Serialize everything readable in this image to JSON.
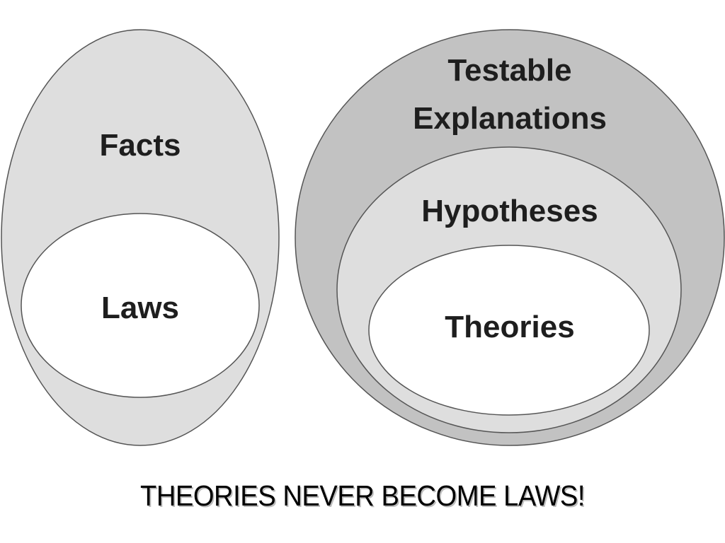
{
  "left_diagram": {
    "outer_label": "Facts",
    "inner_label": "Laws"
  },
  "right_diagram": {
    "outer_label_line1": "Testable",
    "outer_label_line2": "Explanations",
    "middle_label": "Hypotheses",
    "inner_label": "Theories"
  },
  "caption": "THEORIES NEVER BECOME LAWS!",
  "colors": {
    "outer_right_fill": "#c2c2c2",
    "light_fill": "#dedede",
    "inner_fill": "#ffffff",
    "stroke": "#555555",
    "label_text": "#1e1e1e"
  }
}
